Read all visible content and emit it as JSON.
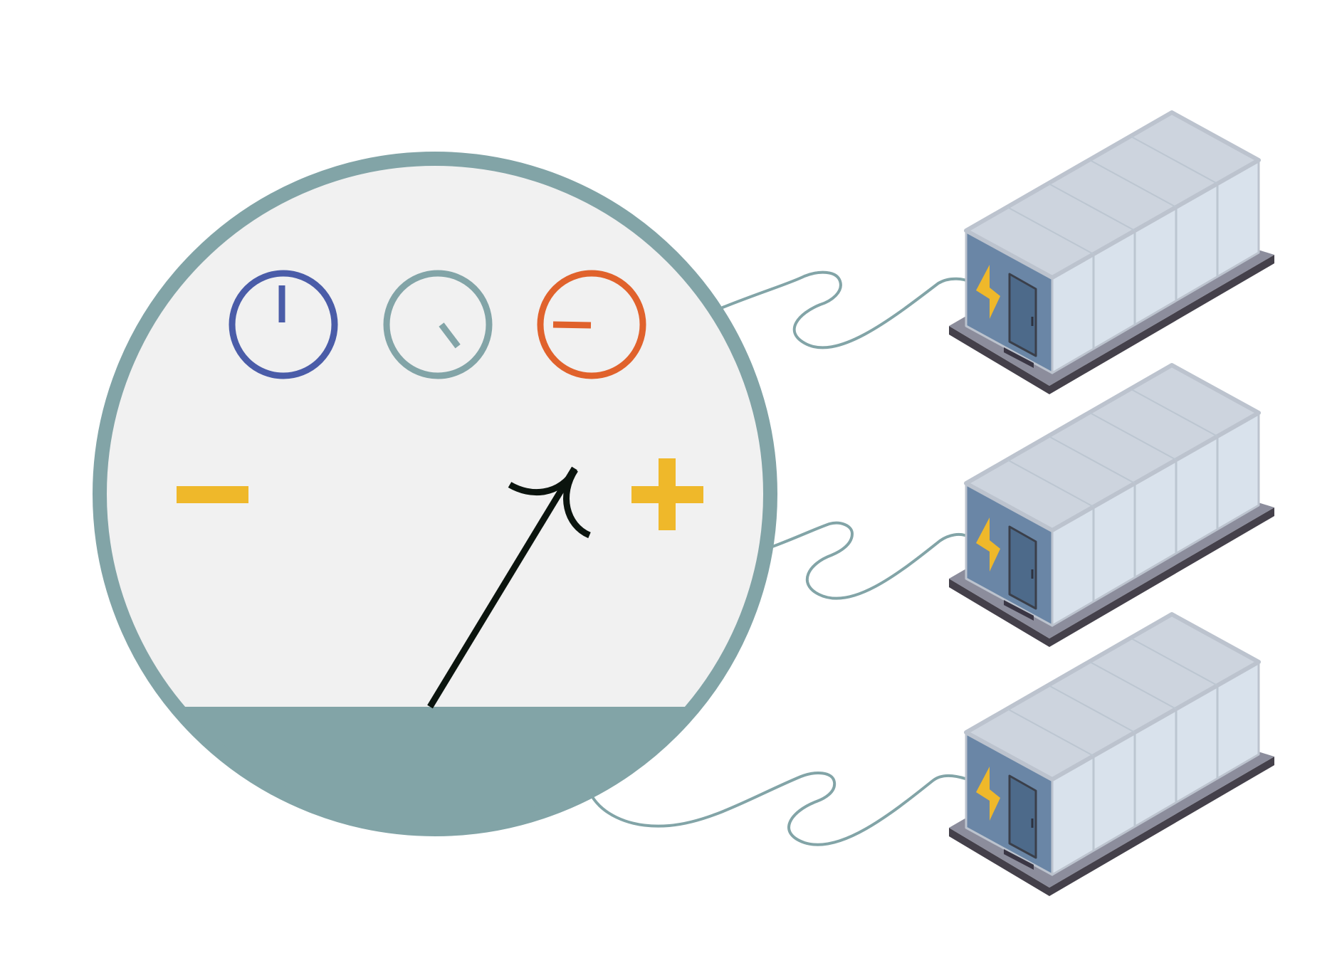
{
  "colors": {
    "background": "#ffffff",
    "meter_face": "#f1f1f1",
    "meter_ring": "#82a4a7",
    "meter_base": "#82a4a7",
    "needle": "#0b140e",
    "sign": "#efb82a",
    "cable": "#82a4a7",
    "dial_1": "#4a5ca8",
    "dial_2": "#82a4a7",
    "dial_3": "#e0622c",
    "container_roof": "#cdd4de",
    "container_roof_rim": "#bcc3ce",
    "container_side": "#d9e2ec",
    "container_side_ribs": "#bcc6d1",
    "container_end": "#6a86a6",
    "container_door": "#4d6a8a",
    "container_platform_top": "#8c8d9c",
    "container_platform_edge": "#44404a",
    "lightning": "#efb82a"
  },
  "diagram": {
    "meter": {
      "icons": {
        "minus": "minus-sign-icon",
        "plus": "plus-sign-icon",
        "needle": "needle-arrow-icon"
      },
      "dials": [
        {
          "name": "dial-blue",
          "color_key": "dial_1",
          "needle_angle_deg": 0
        },
        {
          "name": "dial-teal",
          "color_key": "dial_2",
          "needle_angle_deg": 140
        },
        {
          "name": "dial-orange",
          "color_key": "dial_3",
          "needle_angle_deg": 270
        }
      ],
      "needle_angle_deg": 32
    },
    "containers": [
      {
        "name": "battery-container-1",
        "icon": "lightning-icon"
      },
      {
        "name": "battery-container-2",
        "icon": "lightning-icon"
      },
      {
        "name": "battery-container-3",
        "icon": "lightning-icon"
      }
    ]
  }
}
